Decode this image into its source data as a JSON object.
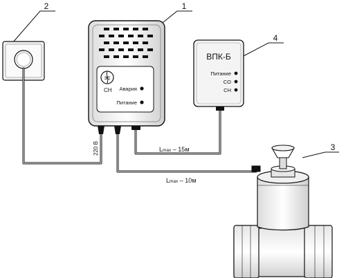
{
  "callouts": [
    "1",
    "2",
    "3",
    "4"
  ],
  "main_unit": {
    "logo": "ЭС",
    "type": "CH",
    "indicators": [
      "Авария",
      "Питание"
    ]
  },
  "remote_panel": {
    "title": "ВПК-Б",
    "indicators": [
      "Питание",
      "CO",
      "CH"
    ]
  },
  "cable_labels": {
    "supply": "220 В",
    "cable_panel_prefix": "L",
    "cable_panel_sub": "max",
    "cable_panel_rest": " – 15м",
    "cable_valve_prefix": "L",
    "cable_valve_sub": "max",
    "cable_valve_rest": " – 10м"
  },
  "colors": {
    "line": "#111111",
    "panel_fill": "#f4f4f4",
    "led": "#111111"
  }
}
